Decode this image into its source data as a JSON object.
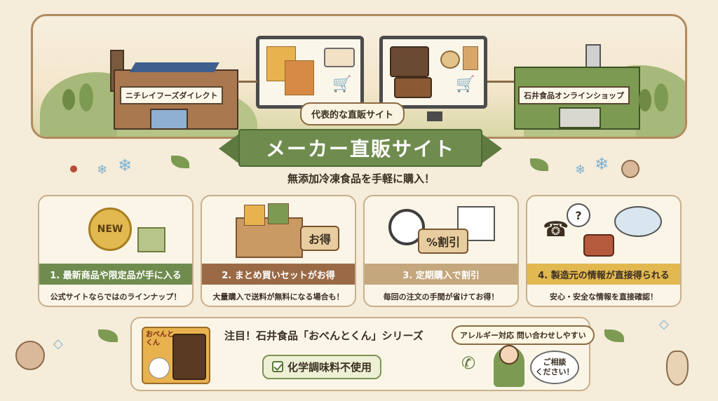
{
  "scene": {
    "left_factory_label": "ニチレイフーズダイレクト",
    "right_factory_label": "石井食品オンラインショップ",
    "caption": "代表的な直販サイト"
  },
  "ribbon": {
    "title": "メーカー直販サイト"
  },
  "subtitle": "無添加冷凍食品を手軽に購入！",
  "cards": [
    {
      "badge": "NEW",
      "heading": "1. 最新商品や限定品が手に入る",
      "description": "公式サイトならではのラインナップ！",
      "color": "#6f8c4e"
    },
    {
      "tag": "お得",
      "heading": "2. まとめ買いセットがお得",
      "description": "大量購入で送料が無料になる場合も！",
      "color": "#9a6a47"
    },
    {
      "tag": "%割引",
      "heading": "3. 定期購入で割引",
      "description": "毎回の注文の手間が省けてお得！",
      "color": "#c4a77c"
    },
    {
      "heading": "4. 製造元の情報が直接得られる",
      "description": "安心・安全な情報を直接確認！",
      "color": "#e2b850"
    }
  ],
  "promo": {
    "package_text": "おべんとくん",
    "title": "注目！石井食品「おべんとくん」シリーズ",
    "badge": "化学調味料不使用",
    "support_tags": "アレルギー対応 問い合わせしやすい",
    "bubble": "ご相談\nください！"
  },
  "colors": {
    "background": "#f5ecda",
    "green": "#6f8c4e",
    "brown": "#9a6a47",
    "tan": "#c4a77c",
    "gold": "#e2b850"
  }
}
